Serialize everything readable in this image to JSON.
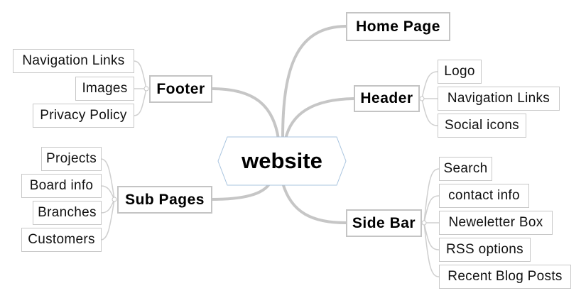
{
  "center": {
    "label": "website"
  },
  "branches": {
    "home": {
      "label": "Home Page"
    },
    "header": {
      "label": "Header",
      "children": [
        "Logo",
        "Navigation Links",
        "Social icons"
      ]
    },
    "footer": {
      "label": "Footer",
      "children": [
        "Navigation Links",
        "Images",
        "Privacy Policy"
      ]
    },
    "subpages": {
      "label": "Sub Pages",
      "children": [
        "Projects",
        "Board info",
        "Branches",
        "Customers"
      ]
    },
    "sidebar": {
      "label": "Side Bar",
      "children": [
        "Search",
        "contact info",
        "Neweletter Box",
        "RSS options",
        "Recent Blog Posts"
      ]
    }
  },
  "colors": {
    "line": "#c4c4c4",
    "center_border": "#a9c4df",
    "box_border": "#c8c8c8"
  }
}
